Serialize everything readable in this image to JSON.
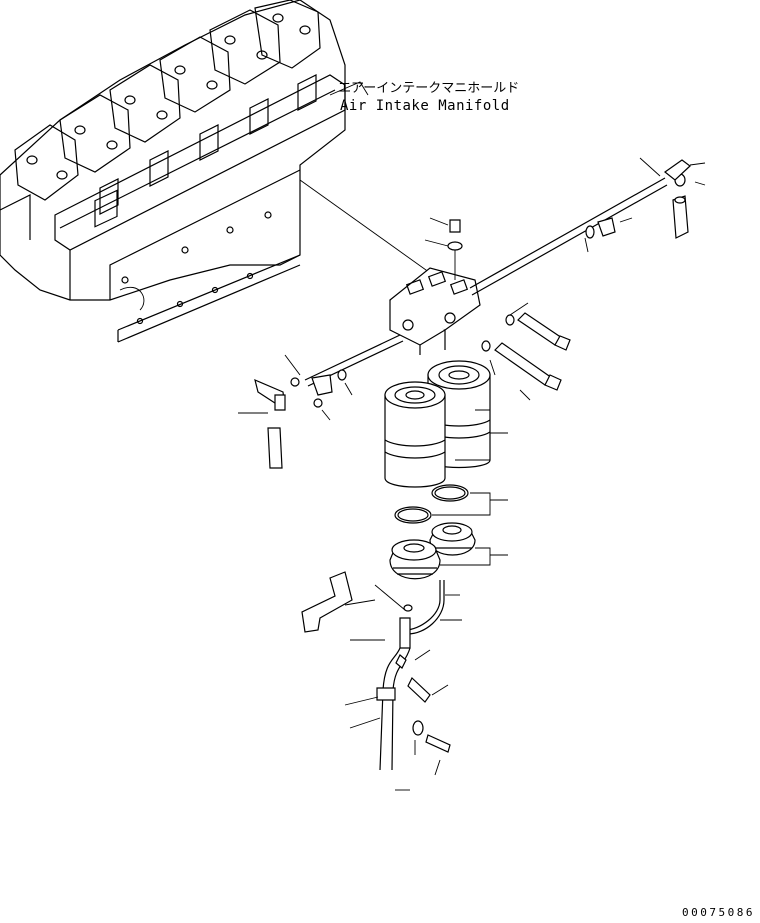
{
  "callout": {
    "label_jp": "エアーインテークマニホールド",
    "label_en": "Air Intake Manifold"
  },
  "drawing_code": "00075086"
}
